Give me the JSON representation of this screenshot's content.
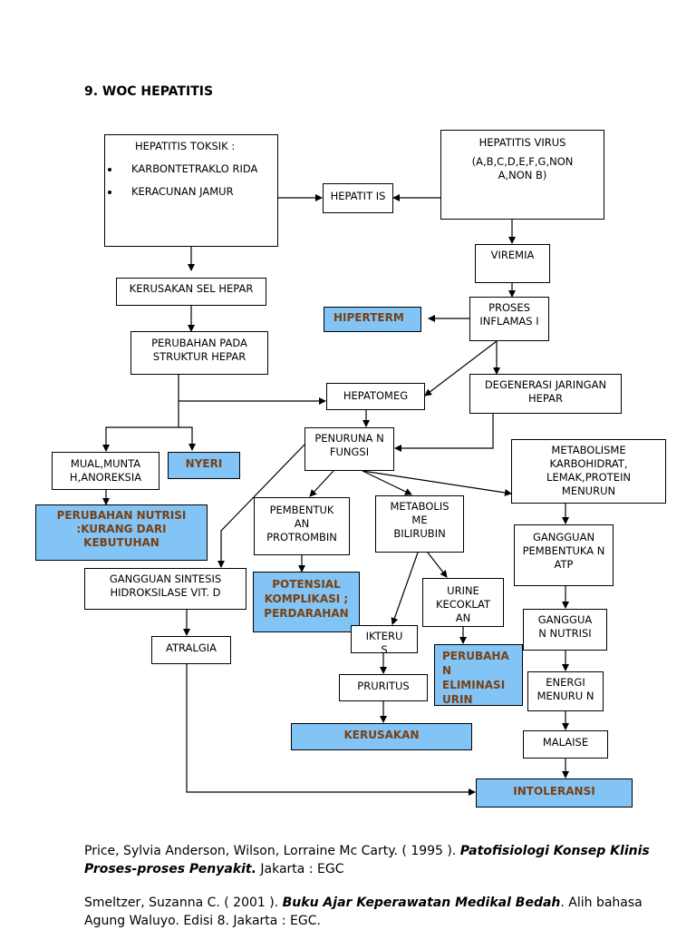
{
  "title": "9. WOC HEPATITIS",
  "colors": {
    "highlight": "#82c4f5",
    "highlight_text": "#7a3f12"
  },
  "nodes": {
    "hepatitis_toksik": {
      "heading": "HEPATITIS TOKSIK :",
      "items": [
        "KARBONTETRAKLO RIDA",
        "KERACUNAN JAMUR"
      ]
    },
    "hepatitis_virus": {
      "heading": "HEPATITIS VIRUS",
      "sub": "(A,B,C,D,E,F,G,NON A,NON B)"
    },
    "hepatitis": "HEPATIT IS",
    "viremia": "VIREMIA",
    "kerusakan_sel": "KERUSAKAN SEL HEPAR",
    "proses_inflamasi": "PROSES INFLAMAS I",
    "hiperterm": "HIPERTERM",
    "perubahan_struktur": "PERUBAHAN PADA STRUKTUR HEPAR",
    "hepatomeg": "HEPATOMEG",
    "degenerasi": "DEGENERASI JARINGAN HEPAR",
    "penurunan_fungsi": "PENURUNA N FUNGSI",
    "mual": "MUAL,MUNTA H,ANOREKSIA",
    "nyeri": "NYERI",
    "metabolisme_kh": "METABOLISME KARBOHIDRAT, LEMAK,PROTEIN MENURUN",
    "perubahan_nutrisi": "PERUBAHAN NUTRISI :KURANG DARI KEBUTUHAN",
    "pembentukan_protrombin": "PEMBENTUK AN PROTROMBIN",
    "metabolisme_bilirubin": "METABOLIS ME BILIRUBIN",
    "gangguan_atp": "GANGGUAN PEMBENTUKA N ATP",
    "gangguan_sintesis": "GANGGUAN SINTESIS HIDROKSILASE VIT. D",
    "potensial_komplikasi": "POTENSIAL KOMPLIKASI ; PERDARAHAN",
    "urine": "URINE KECOKLAT AN",
    "gangguan_nutrisi": "GANGGUA N NUTRISI",
    "atralgia": "ATRALGIA",
    "ikterus": "IKTERU S",
    "perubahan_eliminasi": "PERUBAHA N ELIMINASI URIN",
    "pruritus": "PRURITUS",
    "energi": "ENERGI MENURU N",
    "kerusakan": "KERUSAKAN",
    "malaise": "MALAISE",
    "intoleransi": "INTOLERANSI"
  },
  "references": [
    {
      "authors": "Price, Sylvia Anderson, Wilson, Lorraine Mc Carty. ( 1995 ).",
      "title": "Patofisiologi Konsep Klinis Proses-proses Penyakit.",
      "publisher": "Jakarta : EGC"
    },
    {
      "authors": "Smeltzer, Suzanna C.  ( 2001 ).",
      "title": "Buku Ajar Keperawatan Medikal Bedah",
      "publisher": ". Alih bahasa Agung Waluyo. Edisi 8. Jakarta :  EGC."
    }
  ]
}
